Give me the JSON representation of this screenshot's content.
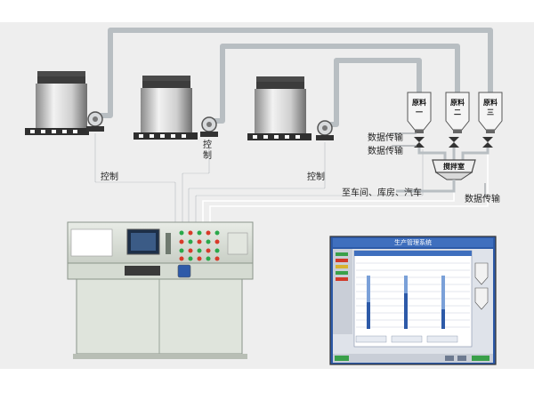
{
  "labels": {
    "control_1": "控制",
    "control_2": "控制",
    "control_3": "控制",
    "data_1": "数据传输",
    "data_2": "数据传输",
    "data_3": "数据传输",
    "destinations": "至车间、库房、汽车"
  },
  "raw_tanks": [
    "原料一",
    "原料二",
    "原料三"
  ],
  "mixer": "搅拌室",
  "screen": {
    "title": "生产管理系统"
  }
}
